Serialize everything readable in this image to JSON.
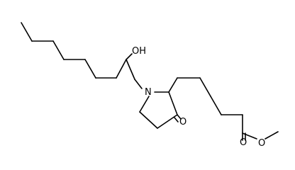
{
  "molecule": {
    "atom_labels": {
      "hydroxyl": "OH",
      "nitrogen": "N",
      "ketone_oxygen": "O",
      "ester_carbonyl_oxygen": "O",
      "ester_ether_oxygen": "O"
    },
    "colors": {
      "bond": "#000000",
      "background": "#ffffff"
    }
  }
}
